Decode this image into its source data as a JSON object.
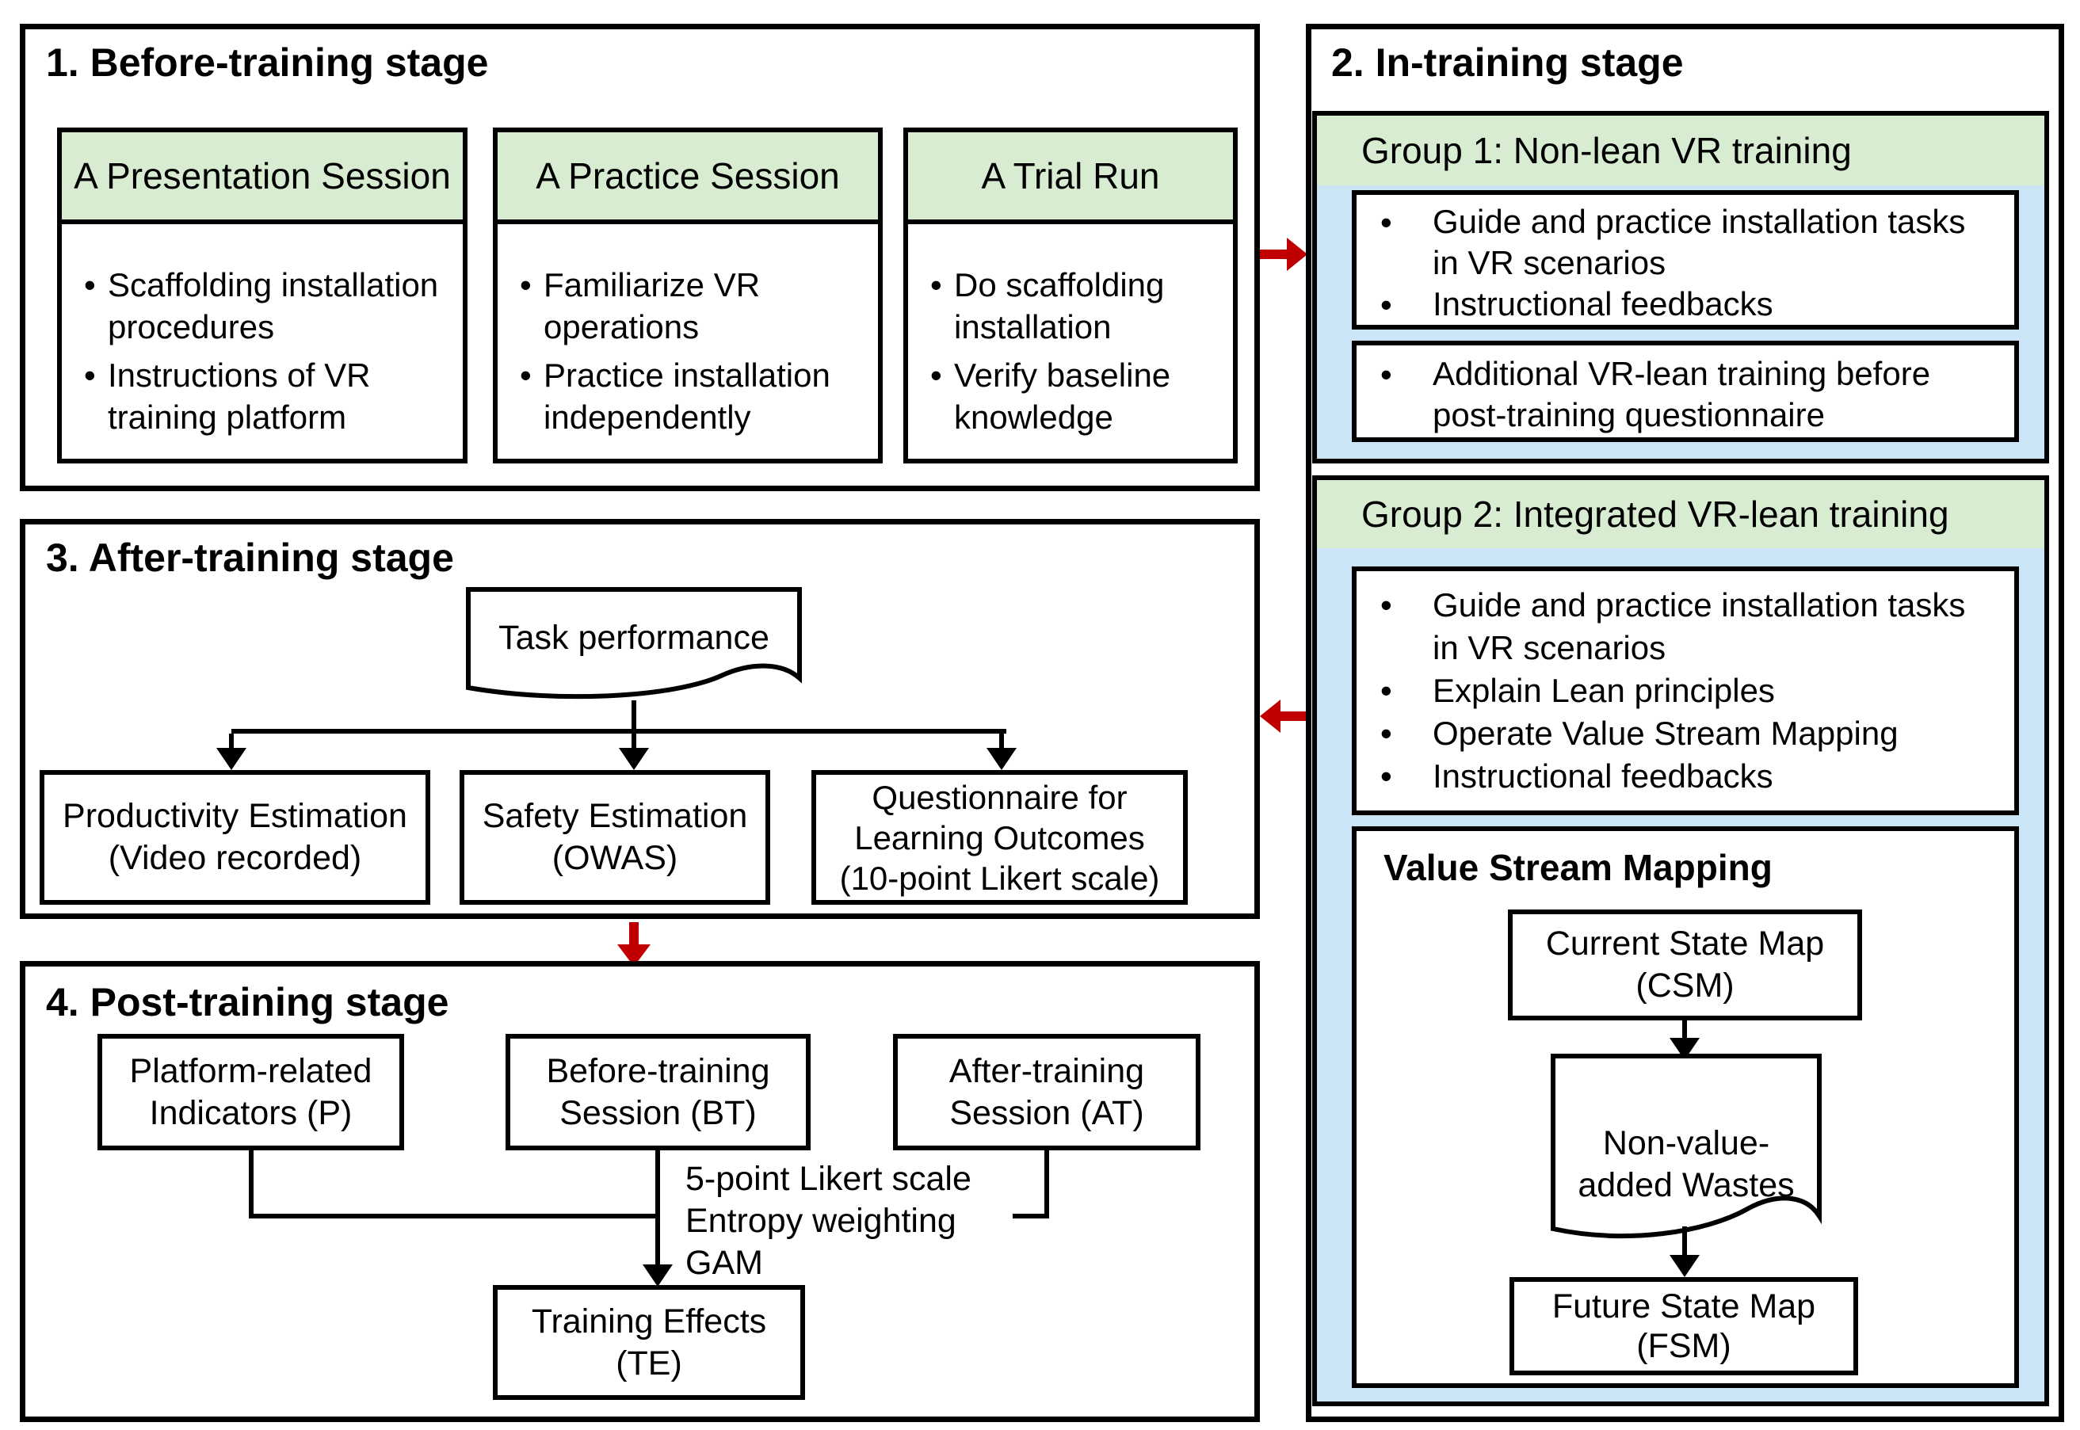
{
  "colors": {
    "green_header": "#d7ecd1",
    "blue_body": "#cbe5f6",
    "red_arrow": "#c00000",
    "line_black": "#000000"
  },
  "stage1": {
    "title": "1. Before-training stage",
    "boxes": [
      {
        "header": "A Presentation Session",
        "bullets": [
          "Scaffolding installation\nprocedures",
          "Instructions of VR\ntraining platform"
        ]
      },
      {
        "header": "A Practice Session",
        "bullets": [
          "Familiarize VR\noperations",
          "Practice installation\nindependently"
        ]
      },
      {
        "header": "A Trial Run",
        "bullets": [
          "Do scaffolding\ninstallation",
          "Verify baseline\nknowledge"
        ]
      }
    ]
  },
  "stage2": {
    "title": "2. In-training stage",
    "group1": {
      "header": "Group 1: Non-lean VR training",
      "task_box_bullets": [
        "Guide and practice installation tasks\nin VR scenarios",
        "Instructional feedbacks"
      ],
      "extra_box_bullets": [
        "Additional VR-lean training before\npost-training questionnaire"
      ]
    },
    "group2": {
      "header": "Group 2: Integrated VR-lean training",
      "task_box_bullets": [
        "Guide and practice installation tasks\nin VR scenarios",
        "Explain Lean principles",
        "Operate Value Stream Mapping",
        "Instructional feedbacks"
      ],
      "vsm": {
        "title": "Value Stream Mapping",
        "csm_label": "Current State Map\n(CSM)",
        "wastes_label": "Non-value-\nadded Wastes",
        "fsm_label": "Future State Map\n(FSM)"
      }
    }
  },
  "stage3": {
    "title": "3. After-training stage",
    "doc_label": "Task performance",
    "boxes": [
      "Productivity Estimation\n(Video recorded)",
      "Safety Estimation\n(OWAS)",
      "Questionnaire for\nLearning Outcomes\n(10-point Likert scale)"
    ]
  },
  "stage4": {
    "title": "4. Post-training stage",
    "boxes": [
      "Platform-related\nIndicators (P)",
      "Before-training\nSession (BT)",
      "After-training\nSession (AT)"
    ],
    "annotation": "5-point Likert scale\nEntropy weighting\nGAM",
    "result": "Training Effects\n(TE)"
  }
}
